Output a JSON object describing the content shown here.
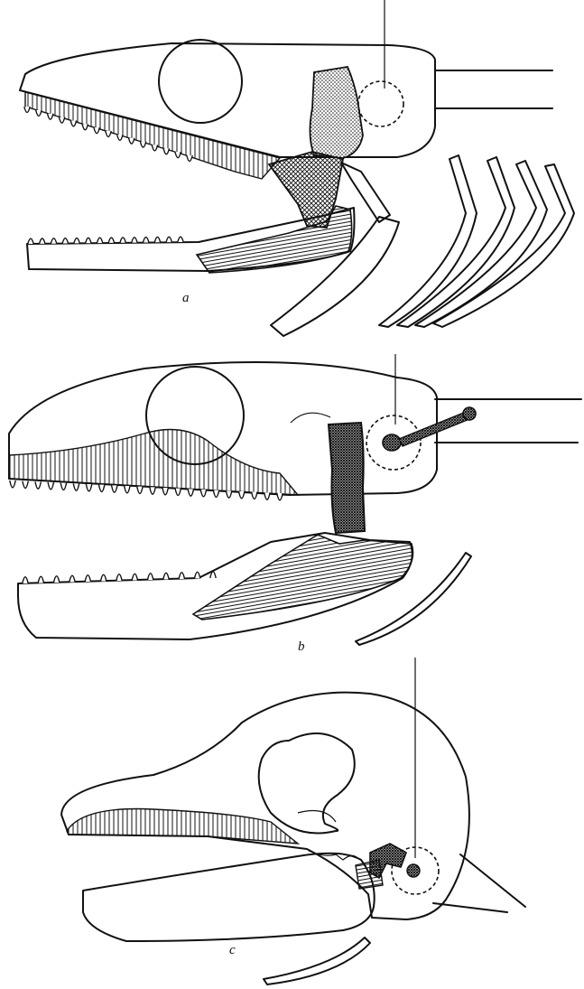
{
  "figure": {
    "panels": [
      {
        "label": "a"
      },
      {
        "label": "b"
      },
      {
        "label": "c"
      }
    ],
    "colors": {
      "ink": "#111111",
      "background": "#ffffff"
    }
  }
}
